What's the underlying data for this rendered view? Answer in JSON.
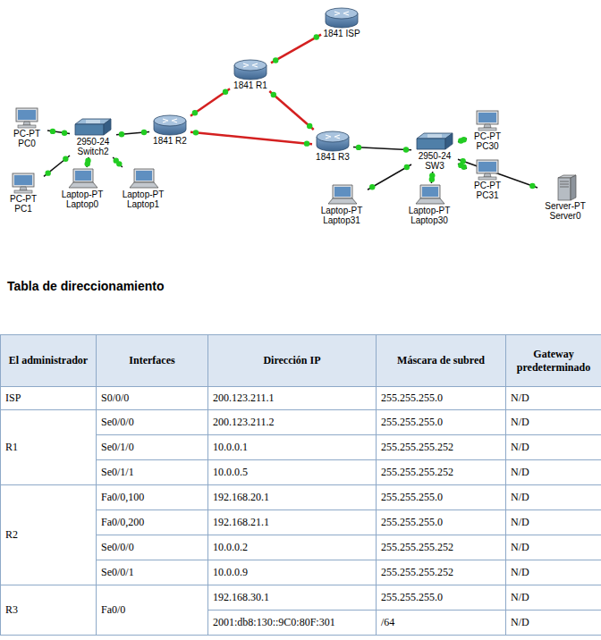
{
  "diagram": {
    "title": "Tabla de direccionamiento",
    "nodes": [
      {
        "text": [
          "1841 ISP"
        ]
      },
      {
        "text": [
          "1841 R1"
        ]
      },
      {
        "text": [
          "1841 R2"
        ]
      },
      {
        "text": [
          "1841 R3"
        ]
      },
      {
        "text": [
          "2950-24 Switch2"
        ]
      },
      {
        "text": [
          "2950-24 SW3"
        ]
      },
      {
        "text": [
          "PC-PT PC0"
        ]
      },
      {
        "text": [
          "PC-PT PC1"
        ]
      },
      {
        "text": [
          "Laptop-PT Laptop0"
        ]
      },
      {
        "text": [
          "Laptop-PT Laptop1"
        ]
      },
      {
        "text": [
          "Laptop-PT Laptop31"
        ]
      },
      {
        "text": [
          "Laptop-PT Laptop30"
        ]
      },
      {
        "text": [
          "PC-PT PC30"
        ]
      },
      {
        "text": [
          "PC-PT PC31"
        ]
      },
      {
        "text": [
          "Server-PT Server0"
        ]
      }
    ],
    "edges": [
      {
        "from": 0,
        "to": 1,
        "arrow": "none"
      },
      {
        "from": 1,
        "to": 2,
        "arrow": "none"
      },
      {
        "from": 1,
        "to": 3,
        "arrow": "none"
      },
      {
        "from": 2,
        "to": 3,
        "arrow": "none"
      },
      {
        "from": 2,
        "to": 4,
        "arrow": "none"
      },
      {
        "from": 4,
        "to": 6,
        "arrow": "none"
      },
      {
        "from": 4,
        "to": 7,
        "arrow": "none"
      },
      {
        "from": 4,
        "to": 8,
        "arrow": "none"
      },
      {
        "from": 4,
        "to": 9,
        "arrow": "none"
      },
      {
        "from": 3,
        "to": 5,
        "arrow": "none"
      },
      {
        "from": 5,
        "to": 10,
        "arrow": "none"
      },
      {
        "from": 5,
        "to": 11,
        "arrow": "none"
      },
      {
        "from": 5,
        "to": 12,
        "arrow": "none"
      },
      {
        "from": 5,
        "to": 13,
        "arrow": "none"
      },
      {
        "from": 5,
        "to": 14,
        "arrow": "none"
      }
    ],
    "labels": [
      "El administrador",
      "Interfaces",
      "Dirección IP",
      "Máscara de subred",
      "Gateway predeterminado",
      "ISP",
      "S0/0/0",
      "200.123.211.1",
      "255.255.255.0",
      "N/D",
      "R1",
      "Se0/0/0",
      "200.123.211.2",
      "255.255.255.0",
      "N/D",
      "Se0/1/0",
      "10.0.0.1",
      "255.255.255.252",
      "N/D",
      "Se0/1/1",
      "10.0.0.5",
      "255.255.255.252",
      "N/D",
      "R2",
      "Fa0/0,100",
      "192.168.20.1",
      "255.255.255.0",
      "N/D",
      "Fa0/0,200",
      "192.168.21.1",
      "255.255.255.0",
      "N/D",
      "Se0/0/0",
      "10.0.0.2",
      "255.255.255.252",
      "N/D",
      "Se0/0/1",
      "10.0.0.9",
      "255.255.255.252",
      "N/D",
      "R3",
      "Fa0/0",
      "192.168.30.1",
      "255.255.255.0",
      "N/D",
      "2001:db8:130::9C0:80F:301",
      "/64",
      "N/D"
    ]
  }
}
